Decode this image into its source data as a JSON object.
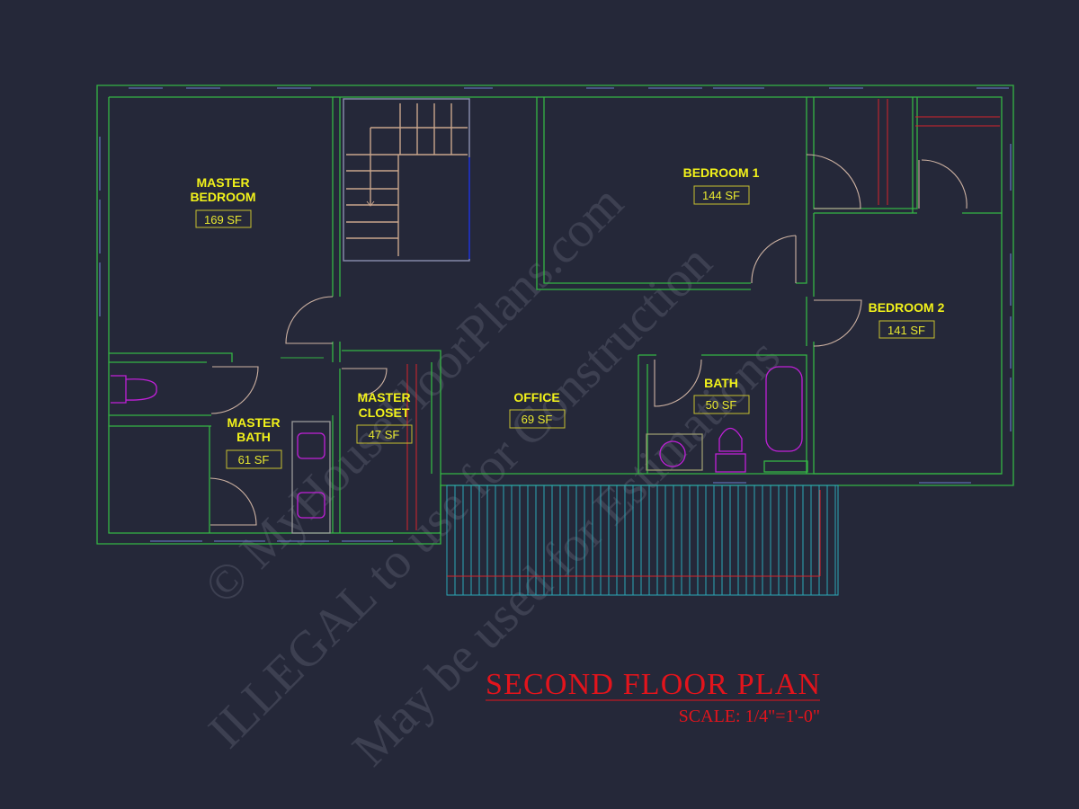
{
  "title": "SECOND FLOOR PLAN",
  "scale": "SCALE: 1/4\"=1'-0\"",
  "rooms": {
    "master_bedroom": {
      "name1": "MASTER",
      "name2": "BEDROOM",
      "area": "169 SF"
    },
    "bedroom1": {
      "name": "BEDROOM 1",
      "area": "144 SF"
    },
    "bedroom2": {
      "name": "BEDROOM 2",
      "area": "141 SF"
    },
    "bath": {
      "name": "BATH",
      "area": "50 SF"
    },
    "office": {
      "name": "OFFICE",
      "area": "69 SF"
    },
    "master_closet": {
      "name1": "MASTER",
      "name2": "CLOSET",
      "area": "47 SF"
    },
    "master_bath": {
      "name1": "MASTER",
      "name2": "BATH",
      "area": "61 SF"
    }
  },
  "watermarks": [
    "© MyHouseFloorPlans.com",
    "ILLEGAL to use for Construction",
    "May be used for Estimations"
  ],
  "colors": {
    "background": "#252839",
    "walls": "#35b544",
    "labels": "#f2f21a",
    "title": "#e3141c",
    "deck": "#2aa7b8"
  }
}
